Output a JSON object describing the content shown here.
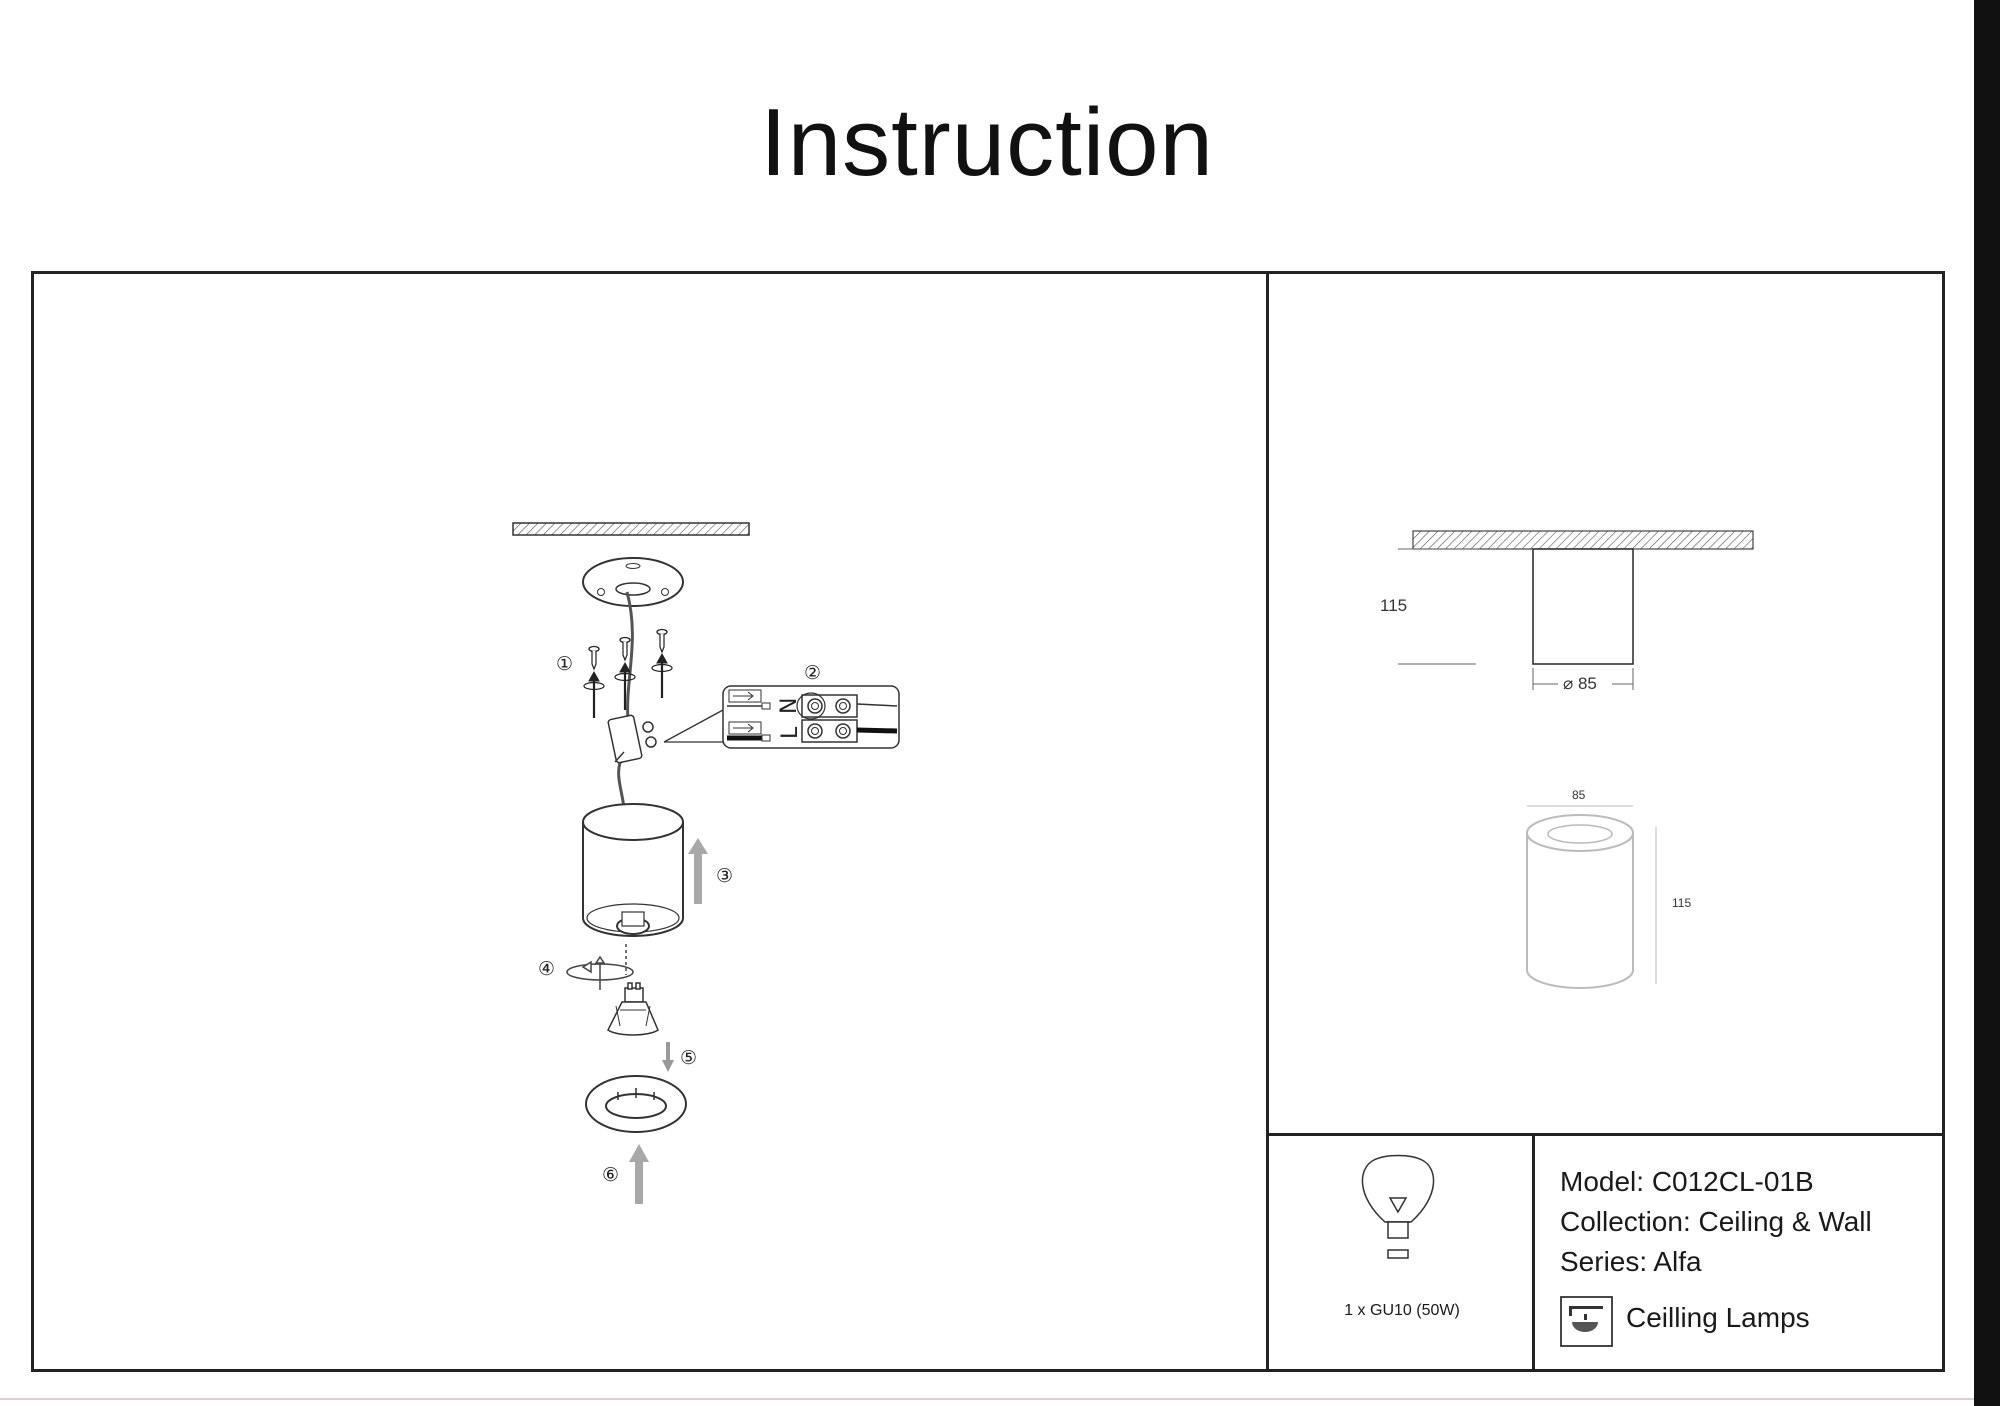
{
  "title": "Instruction",
  "steps": [
    "①",
    "②",
    "③",
    "④",
    "⑤",
    "⑥"
  ],
  "wiring": {
    "neutral": "N",
    "live": "L"
  },
  "dimensions": {
    "side_height": "115",
    "side_diameter": "⌀ 85",
    "top_width": "85",
    "top_height": "115"
  },
  "lamp": {
    "icon": "light-bulb-icon",
    "spec": "1 x GU10 (50W)"
  },
  "product": {
    "model": "Model: C012CL-01B",
    "collection": "Collection: Ceiling & Wall",
    "series": "Series: Alfa",
    "category": "Ceilling Lamps",
    "category_icon": "ceiling-lamp-icon"
  },
  "colors": {
    "line": "#222222",
    "arrow_gray": "#a8a8a8",
    "right_bar": "#111111"
  }
}
